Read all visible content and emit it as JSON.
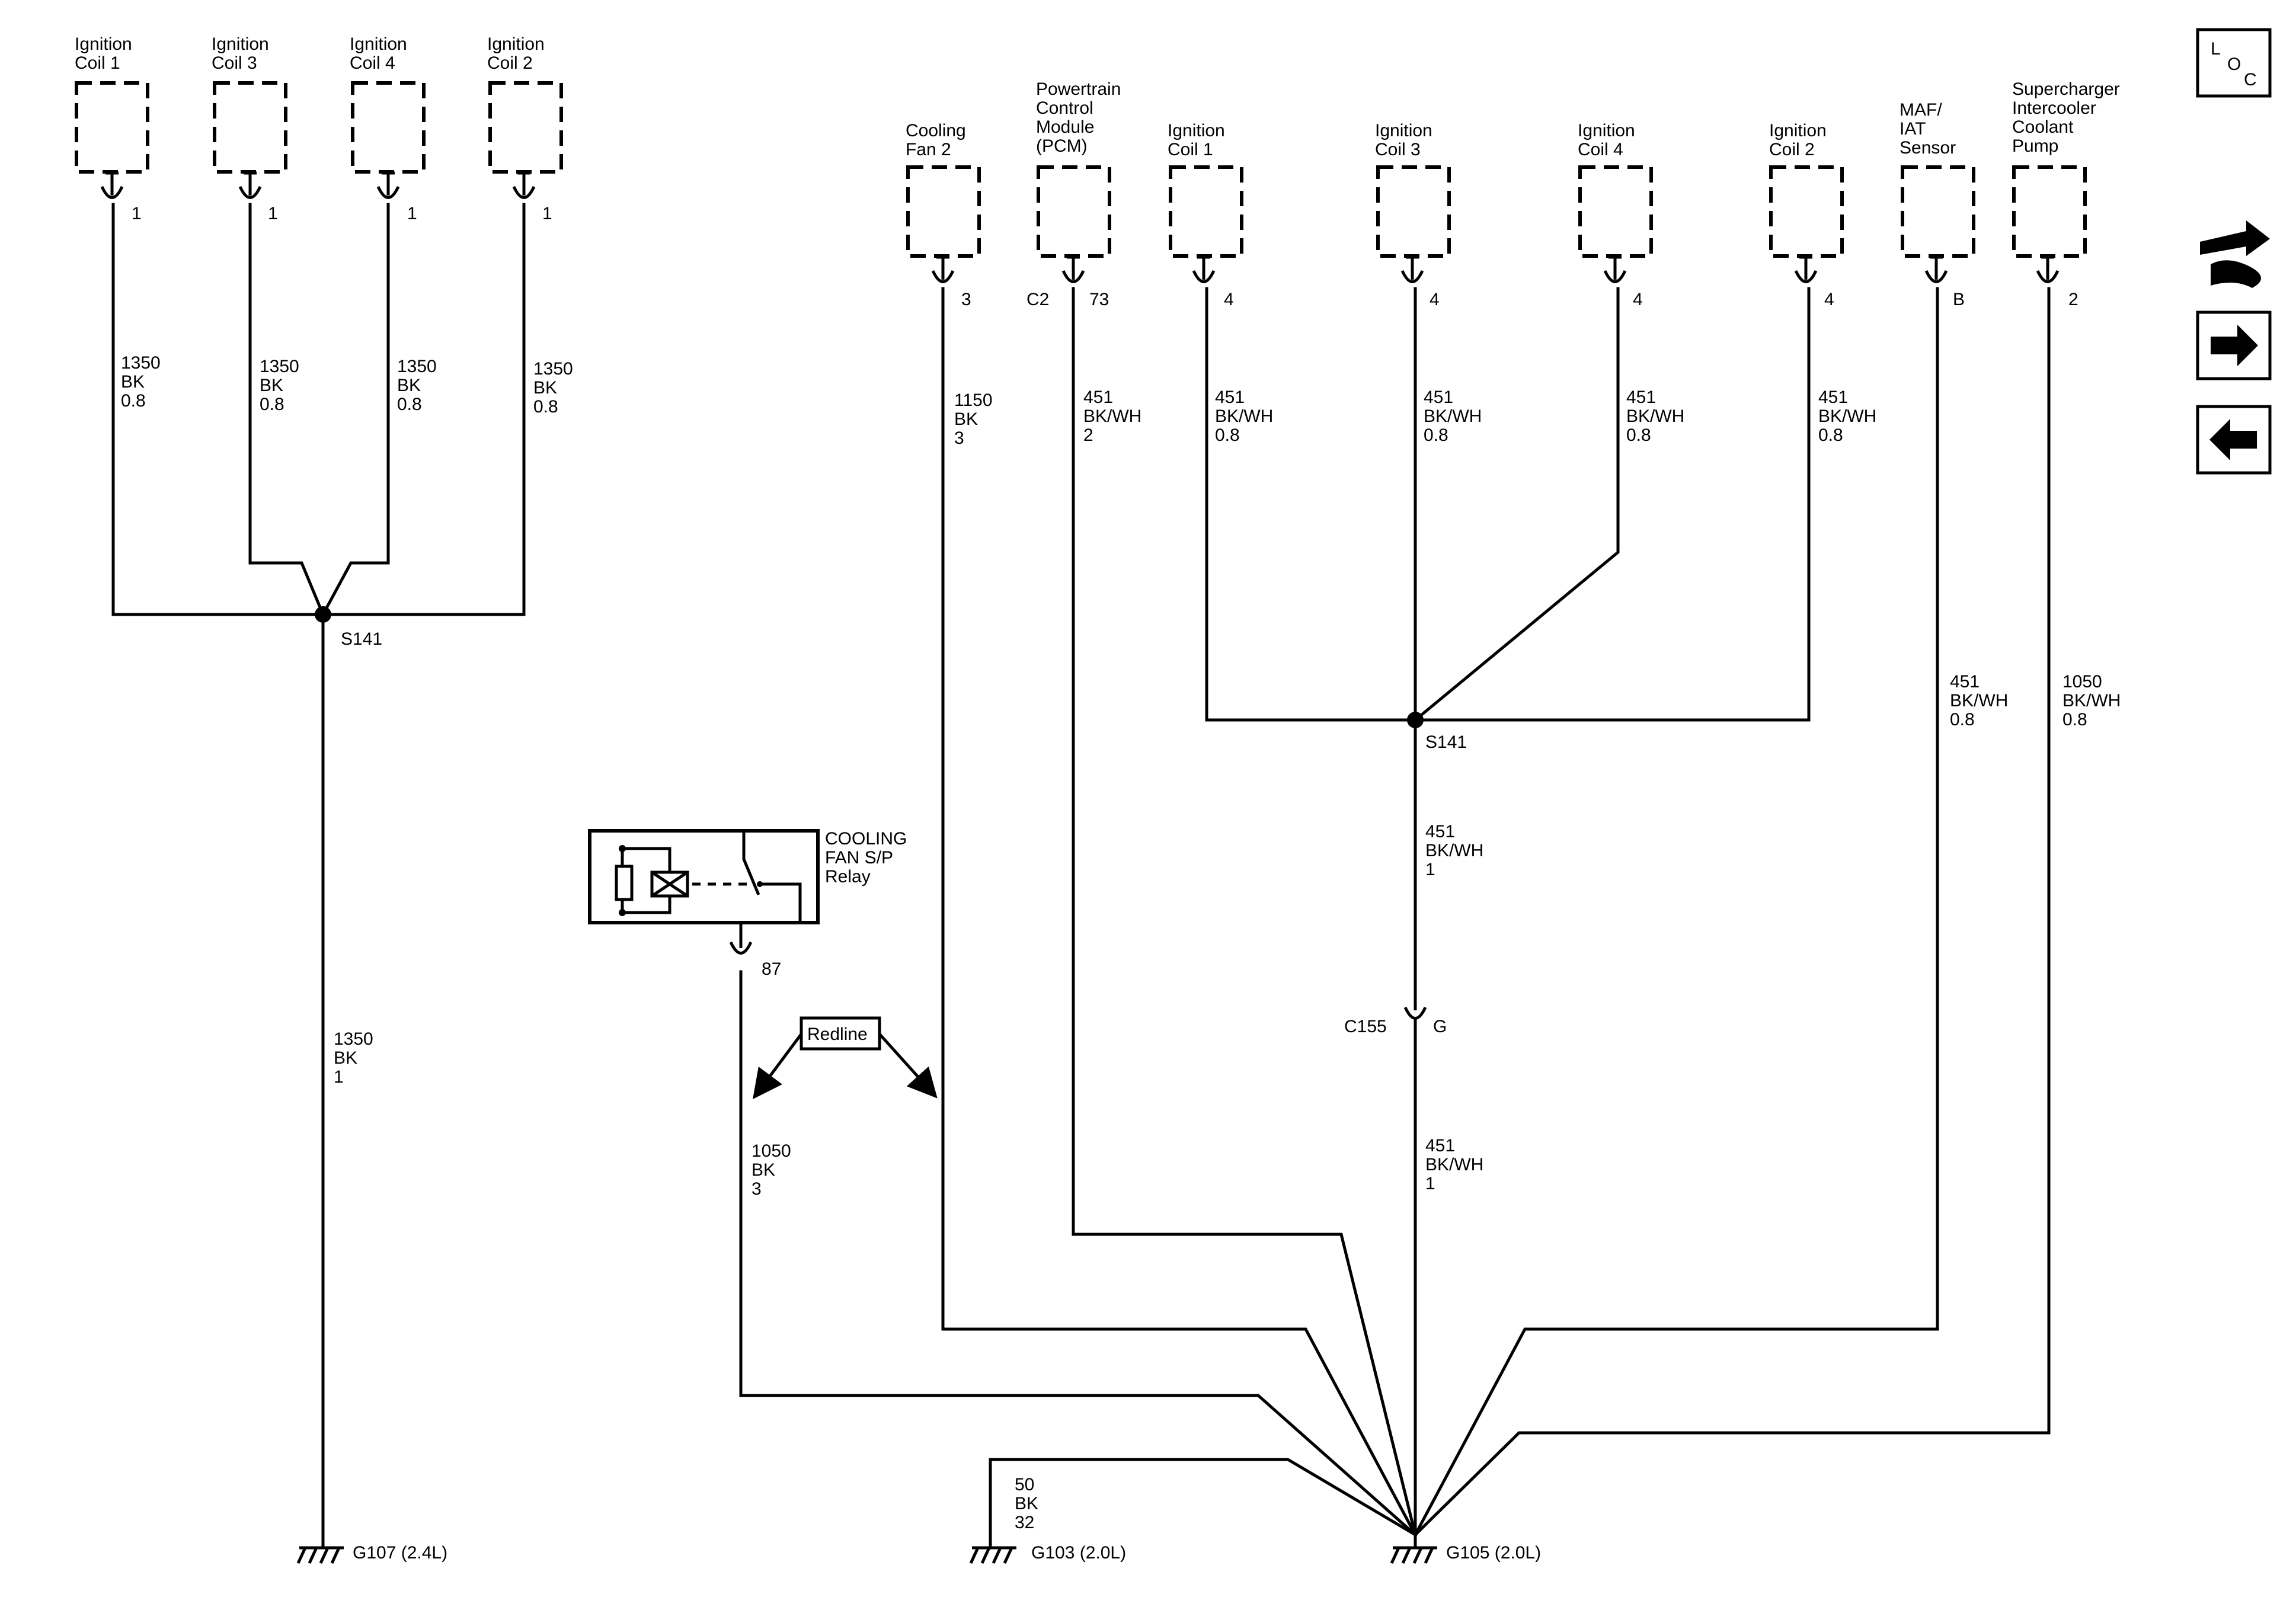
{
  "components": {
    "left_coil_1": {
      "line1": "Ignition",
      "line2": "Coil 1",
      "pin": "1"
    },
    "left_coil_3": {
      "line1": "Ignition",
      "line2": "Coil 3",
      "pin": "1"
    },
    "left_coil_4": {
      "line1": "Ignition",
      "line2": "Coil 4",
      "pin": "1"
    },
    "left_coil_2": {
      "line1": "Ignition",
      "line2": "Coil 2",
      "pin": "1"
    },
    "cooling_fan_2": {
      "line1": "Cooling",
      "line2": "Fan 2",
      "pin": "3"
    },
    "pcm": {
      "line1": "Powertrain",
      "line2": "Control",
      "line3": "Module",
      "line4": "(PCM)",
      "connector": "C2",
      "pin": "73"
    },
    "right_coil_1": {
      "line1": "Ignition",
      "line2": "Coil 1",
      "pin": "4"
    },
    "right_coil_3": {
      "line1": "Ignition",
      "line2": "Coil 3",
      "pin": "4"
    },
    "right_coil_4": {
      "line1": "Ignition",
      "line2": "Coil 4",
      "pin": "4"
    },
    "right_coil_2": {
      "line1": "Ignition",
      "line2": "Coil 2",
      "pin": "4"
    },
    "maf_iat": {
      "line1": "MAF/",
      "line2": "IAT",
      "line3": "Sensor",
      "pin": "B"
    },
    "sc_pump": {
      "line1": "Supercharger",
      "line2": "Intercooler",
      "line3": "Coolant",
      "line4": "Pump",
      "pin": "2"
    }
  },
  "relay": {
    "line1": "COOLING",
    "line2": "FAN S/P",
    "line3": "Relay",
    "pin": "87"
  },
  "wires": {
    "lc1": {
      "circuit": "1350",
      "color": "BK",
      "size": "0.8"
    },
    "lc3": {
      "circuit": "1350",
      "color": "BK",
      "size": "0.8"
    },
    "lc4": {
      "circuit": "1350",
      "color": "BK",
      "size": "0.8"
    },
    "lc2": {
      "circuit": "1350",
      "color": "BK",
      "size": "0.8"
    },
    "left_main": {
      "circuit": "1350",
      "color": "BK",
      "size": "1"
    },
    "fan2": {
      "circuit": "1150",
      "color": "BK",
      "size": "3"
    },
    "pcm": {
      "circuit": "451",
      "color": "BK/WH",
      "size": "2"
    },
    "rc1": {
      "circuit": "451",
      "color": "BK/WH",
      "size": "0.8"
    },
    "rc3": {
      "circuit": "451",
      "color": "BK/WH",
      "size": "0.8"
    },
    "rc4": {
      "circuit": "451",
      "color": "BK/WH",
      "size": "0.8"
    },
    "rc2": {
      "circuit": "451",
      "color": "BK/WH",
      "size": "0.8"
    },
    "maf": {
      "circuit": "451",
      "color": "BK/WH",
      "size": "0.8"
    },
    "pump": {
      "circuit": "1050",
      "color": "BK/WH",
      "size": "0.8"
    },
    "s141_down": {
      "circuit": "451",
      "color": "BK/WH",
      "size": "1"
    },
    "c155_down": {
      "circuit": "451",
      "color": "BK/WH",
      "size": "1"
    },
    "relay": {
      "circuit": "1050",
      "color": "BK",
      "size": "3"
    },
    "g103": {
      "circuit": "50",
      "color": "BK",
      "size": "32"
    }
  },
  "splices": {
    "left": "S141",
    "right": "S141"
  },
  "connector_c155": {
    "name": "C155",
    "pin": "G"
  },
  "redline_label": "Redline",
  "grounds": {
    "g107": "G107 (2.4L)",
    "g103": "G103 (2.0L)",
    "g105": "G105 (2.0L)"
  },
  "loc_button": {
    "l": "L",
    "o": "O",
    "c": "C"
  }
}
